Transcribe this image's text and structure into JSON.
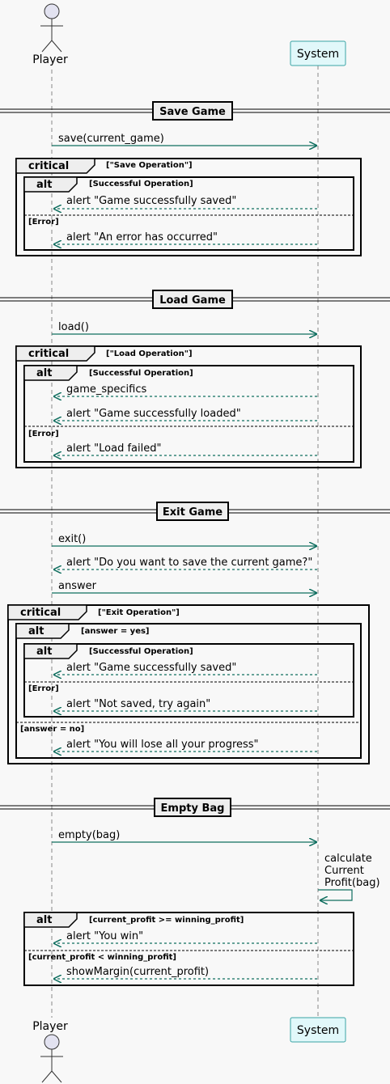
{
  "participants": {
    "player": {
      "label": "Player"
    },
    "system": {
      "label": "System"
    }
  },
  "colors": {
    "arrow": "#0f6e5f",
    "actor_fill": "#e2e2f0",
    "system_fill": "#e1f8fa",
    "system_border": "#3aa5a5",
    "background": "#f8f8f8"
  },
  "dividers": {
    "save": "Save Game",
    "load": "Load Game",
    "exit": "Exit Game",
    "empty": "Empty Bag"
  },
  "save": {
    "call": "save(current_game)",
    "critical_kw": "critical",
    "critical_guard": "[\"Save Operation\"]",
    "alt_kw": "alt",
    "alt_guard": "[Successful Operation]",
    "success_msg": "alert \"Game successfully saved\"",
    "else_guard": "[Error]",
    "error_msg": "alert \"An error has occurred\""
  },
  "load": {
    "call": "load()",
    "critical_kw": "critical",
    "critical_guard": "[\"Load Operation\"]",
    "alt_kw": "alt",
    "alt_guard": "[Successful Operation]",
    "specifics_msg": "game_specifics",
    "success_msg": "alert \"Game successfully loaded\"",
    "else_guard": "[Error]",
    "error_msg": "alert \"Load failed\""
  },
  "exit": {
    "call": "exit()",
    "prompt": "alert \"Do you want to save the current game?\"",
    "answer": "answer",
    "critical_kw": "critical",
    "critical_guard": "[\"Exit Operation\"]",
    "outer_alt_kw": "alt",
    "outer_alt_guard": "[answer = yes]",
    "inner_alt_kw": "alt",
    "inner_alt_guard": "[Successful Operation]",
    "success_msg": "alert \"Game successfully saved\"",
    "inner_else_guard": "[Error]",
    "error_msg": "alert \"Not saved, try again\"",
    "outer_else_guard": "[answer = no]",
    "no_msg": "alert \"You will lose all your progress\""
  },
  "empty": {
    "call": "empty(bag)",
    "self_line1": "calculate",
    "self_line2": "Current",
    "self_line3": "Profit(bag)",
    "alt_kw": "alt",
    "alt_guard": "[current_profit >= winning_profit]",
    "win_msg": "alert \"You win\"",
    "else_guard": "[current_profit < winning_profit]",
    "margin_msg": "showMargin(current_profit)"
  }
}
